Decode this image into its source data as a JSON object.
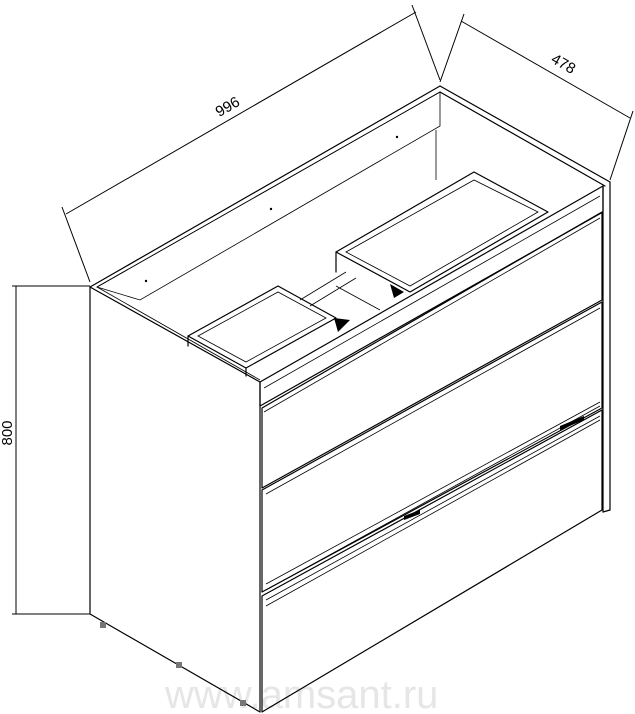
{
  "dimensions": {
    "width": "996",
    "depth": "478",
    "height": "800"
  },
  "watermark": "www.amsant.ru"
}
